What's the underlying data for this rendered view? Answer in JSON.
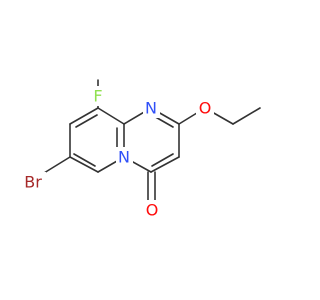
{
  "molecule": {
    "colors": {
      "bond": "#333333",
      "carbon": "#333333",
      "nitrogen": "#3050F8",
      "oxygen": "#FF0D0D",
      "fluorine": "#90E050",
      "bromine": "#A62929"
    },
    "atoms": {
      "F": "F",
      "N1": "N",
      "N2": "N",
      "O_ether": "O",
      "O_carbonyl": "O",
      "Br": "Br"
    }
  }
}
